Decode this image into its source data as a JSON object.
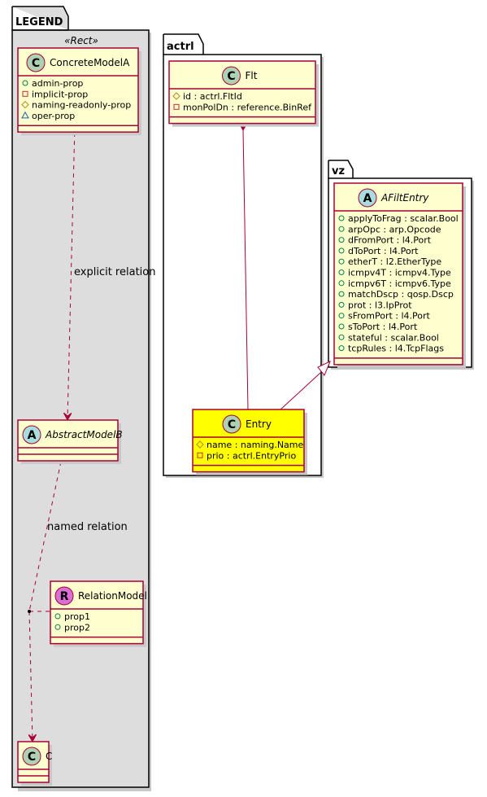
{
  "packages": {
    "legend": {
      "title": "LEGEND",
      "stereotype": "«Rect»"
    },
    "actrl": {
      "title": "actrl"
    },
    "vz": {
      "title": "vz"
    }
  },
  "classes": {
    "concrete_model_a": {
      "kind": "C",
      "name": "ConcreteModelA",
      "attributes": [
        {
          "visibility": "+",
          "text": "admin-prop"
        },
        {
          "visibility": "-",
          "text": "implicit-prop"
        },
        {
          "visibility": "#",
          "text": "naming-readonly-prop"
        },
        {
          "visibility": "~",
          "text": "oper-prop"
        }
      ]
    },
    "abstract_model_b": {
      "kind": "A",
      "name": "AbstractModelB",
      "attributes": []
    },
    "relation_model": {
      "kind": "R",
      "name": "RelationModel",
      "attributes": [
        {
          "visibility": "+",
          "text": "prop1"
        },
        {
          "visibility": "+",
          "text": "prop2"
        }
      ]
    },
    "c": {
      "kind": "C",
      "name": "C",
      "attributes": []
    },
    "flt": {
      "kind": "C",
      "name": "Flt",
      "attributes": [
        {
          "visibility": "#",
          "text": "id : actrl.FltId"
        },
        {
          "visibility": "-",
          "text": "monPolDn : reference.BinRef"
        }
      ]
    },
    "entry": {
      "kind": "C",
      "name": "Entry",
      "attributes": [
        {
          "visibility": "#",
          "text": "name : naming.Name"
        },
        {
          "visibility": "-",
          "text": "prio : actrl.EntryPrio"
        }
      ]
    },
    "afilt_entry": {
      "kind": "A",
      "name": "AFiltEntry",
      "attributes": [
        {
          "visibility": "+",
          "text": "applyToFrag : scalar.Bool"
        },
        {
          "visibility": "+",
          "text": "arpOpc : arp.Opcode"
        },
        {
          "visibility": "+",
          "text": "dFromPort : l4.Port"
        },
        {
          "visibility": "+",
          "text": "dToPort : l4.Port"
        },
        {
          "visibility": "+",
          "text": "etherT : l2.EtherType"
        },
        {
          "visibility": "+",
          "text": "icmpv4T : icmpv4.Type"
        },
        {
          "visibility": "+",
          "text": "icmpv6T : icmpv6.Type"
        },
        {
          "visibility": "+",
          "text": "matchDscp : qosp.Dscp"
        },
        {
          "visibility": "+",
          "text": "prot : l3.IpProt"
        },
        {
          "visibility": "+",
          "text": "sFromPort : l4.Port"
        },
        {
          "visibility": "+",
          "text": "sToPort : l4.Port"
        },
        {
          "visibility": "+",
          "text": "stateful : scalar.Bool"
        },
        {
          "visibility": "+",
          "text": "tcpRules : l4.TcpFlags"
        }
      ]
    }
  },
  "relations": {
    "explicit": {
      "label": "explicit relation"
    },
    "named": {
      "label": "named relation"
    }
  },
  "colors": {
    "class_fill": "#FEFECE",
    "class_border": "#A80036",
    "highlight_fill": "#FFFF00",
    "legend_bg": "#DDDDDD",
    "c_badge": "#ADD1B2",
    "a_badge": "#A9DCDF",
    "r_badge": "#DA70D6",
    "shadow": "#C8C8C8"
  }
}
